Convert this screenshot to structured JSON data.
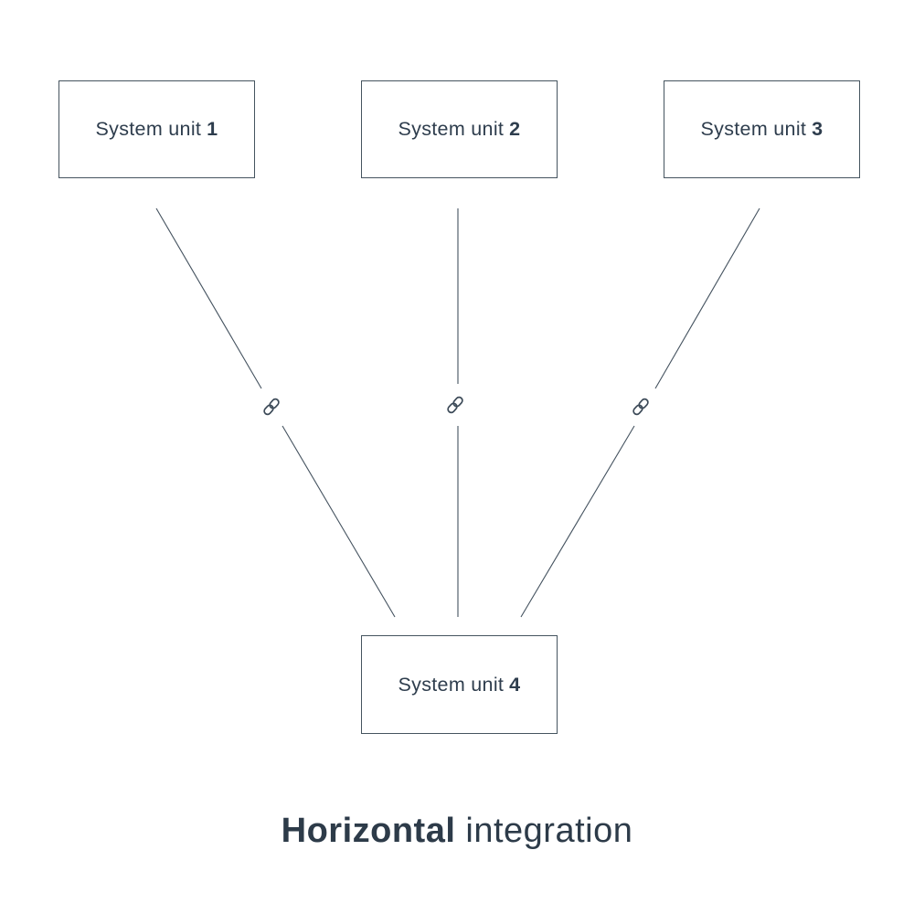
{
  "diagram": {
    "nodes": [
      {
        "prefix": "System unit",
        "number": "1"
      },
      {
        "prefix": "System unit",
        "number": "2"
      },
      {
        "prefix": "System unit",
        "number": "3"
      },
      {
        "prefix": "System unit",
        "number": "4"
      }
    ],
    "connections": [
      {
        "from": "System unit 1",
        "to": "System unit 4",
        "icon": "link-icon"
      },
      {
        "from": "System unit 2",
        "to": "System unit 4",
        "icon": "link-icon"
      },
      {
        "from": "System unit 3",
        "to": "System unit 4",
        "icon": "link-icon"
      }
    ],
    "title": {
      "bold": "Horizontal",
      "rest": "integration"
    },
    "colors": {
      "text": "#2e3d4d",
      "line": "#44525f",
      "border": "#45545f",
      "background": "#ffffff"
    }
  }
}
